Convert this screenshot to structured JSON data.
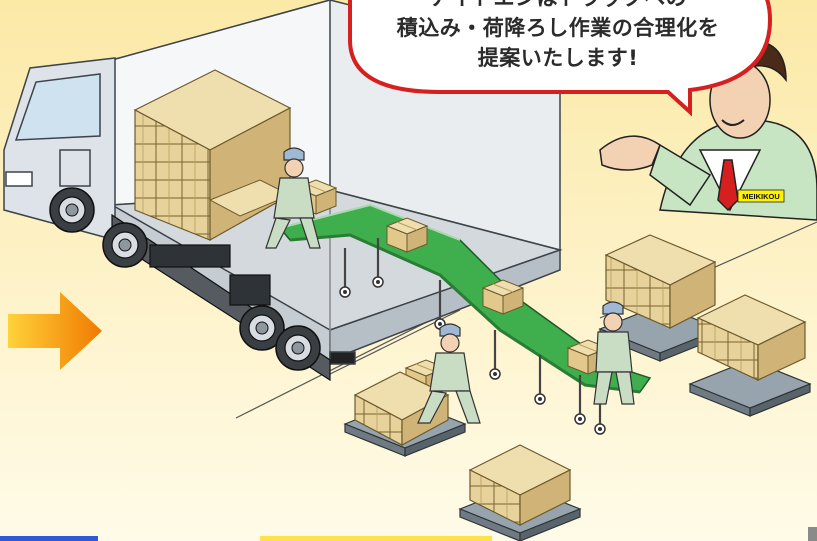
{
  "bubble": {
    "line1": "ナイトエンはトラックへの",
    "line2": "積込み・荷降ろし作業の合理化を",
    "line3": "提案いたします!"
  },
  "logo": {
    "text": "MEIKIKOU"
  },
  "icons": {
    "arrow": "arrow-right-icon"
  },
  "colors": {
    "arrow_start": "#ffd23a",
    "arrow_end": "#f07a00",
    "bubble_border": "#d61f1f",
    "conveyor": "#3fae4d",
    "box": "#e7d29b",
    "worker_uniform": "#c9dcc4",
    "cap": "#9fb9d4",
    "suit": "#c7e5c3",
    "tie": "#d61f1f"
  }
}
